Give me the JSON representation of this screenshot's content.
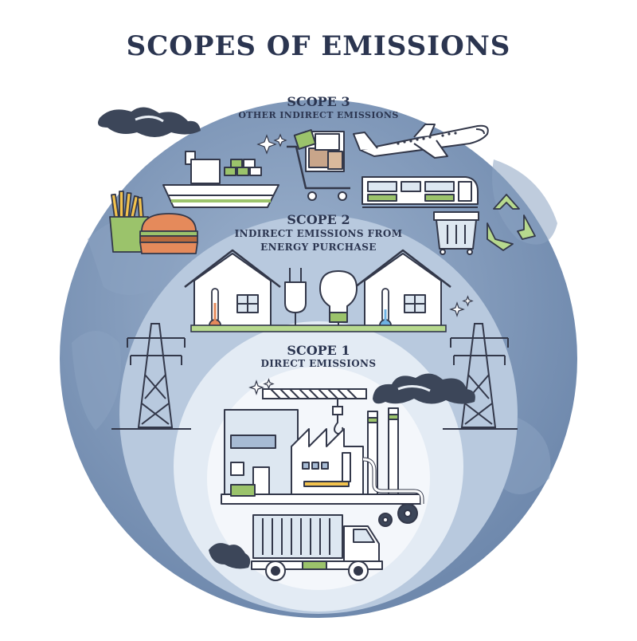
{
  "title": "SCOPES OF EMISSIONS",
  "scopes": [
    {
      "number": "SCOPE 3",
      "description": "OTHER INDIRECT EMISSIONS"
    },
    {
      "number": "SCOPE 2",
      "description_lines": [
        "INDIRECT EMISSIONS FROM",
        "ENERGY PURCHASE"
      ]
    },
    {
      "number": "SCOPE 1",
      "description": "DIRECT EMISSIONS"
    }
  ],
  "colors": {
    "outer_ring": "#7e97b7",
    "middle_ring": "#a7bbd4",
    "inner_circle": "#dde7f1",
    "core": "#ffffff",
    "accent_green": "#9bc36b",
    "outline": "#33384a",
    "title": "#2b3550"
  },
  "icons": {
    "scope3": [
      "smoke-cloud-icon",
      "cargo-ship-icon",
      "shopping-cart-icon",
      "airplane-icon",
      "train-icon",
      "fries-icon",
      "burger-icon",
      "trash-bin-icon",
      "recycle-icon"
    ],
    "scope2": [
      "house-icon",
      "thermometer-icon",
      "plug-icon",
      "light-bulb-icon",
      "power-tower-icon"
    ],
    "scope1": [
      "factory-icon",
      "crane-icon",
      "chimney-icon",
      "gear-icon",
      "truck-icon"
    ]
  }
}
